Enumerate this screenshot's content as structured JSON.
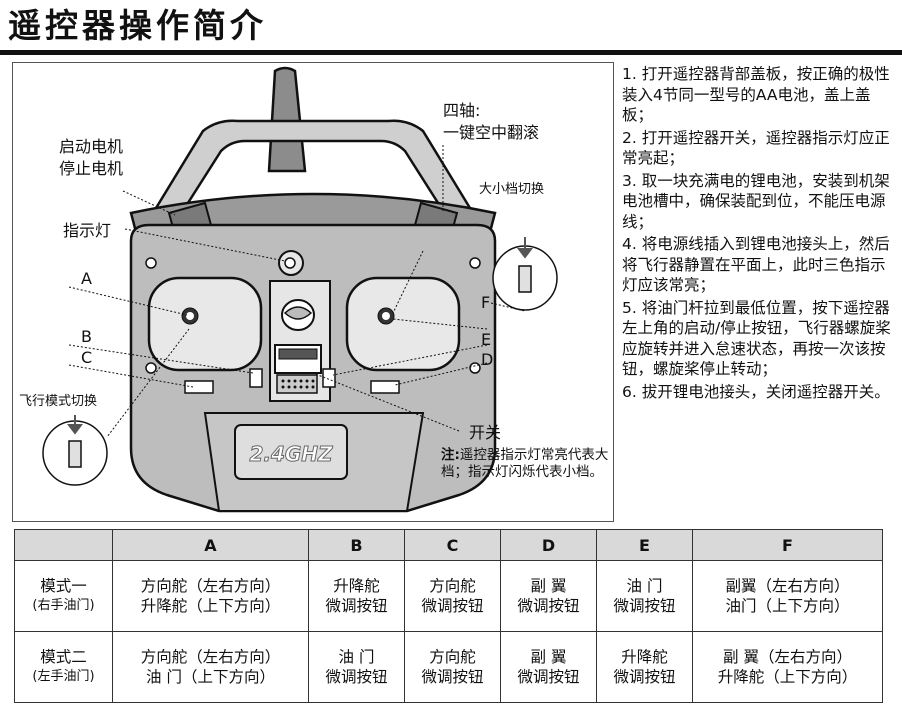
{
  "title": "遥控器操作简介",
  "diagram": {
    "labels": {
      "start_motor_line1": "启动电机",
      "start_motor_line2": "停止电机",
      "four_axis_line1": "四轴:",
      "four_axis_line2": "一键空中翻滚",
      "big_small_gear": "大小档切换",
      "indicator": "指示灯",
      "a": "A",
      "b": "B",
      "c": "C",
      "d": "D",
      "e": "E",
      "f": "F",
      "flight_mode": "飞行模式切换",
      "switch": "开关",
      "badge": "2.4GHZ"
    },
    "note": {
      "prefix": "注:",
      "text": "遥控器指示灯常亮代表大档；指示灯闪烁代表小档。"
    }
  },
  "steps": [
    "1. 打开遥控器背部盖板，按正确的极性装入4节同一型号的AA电池，盖上盖板；",
    "2. 打开遥控器开关，遥控器指示灯应正常亮起；",
    "3. 取一块充满电的锂电池，安装到机架电池槽中，确保装配到位，不能压电源线；",
    "4. 将电源线插入到锂电池接头上，然后将飞行器静置在平面上，此时三色指示灯应该常亮；",
    "5. 将油门杆拉到最低位置，按下遥控器左上角的启动/停止按钮，飞行器螺旋桨应旋转并进入怠速状态，再按一次该按钮，螺旋桨停止转动；",
    "6. 拔开锂电池接头，关闭遥控器开关。"
  ],
  "table": {
    "headers": [
      "",
      "A",
      "B",
      "C",
      "D",
      "E",
      "F"
    ],
    "rows": [
      {
        "mode_line1": "模式一",
        "mode_line2": "(右手油门)",
        "cells": [
          [
            "方向舵（左右方向）",
            "升降舵（上下方向）"
          ],
          [
            "升降舵",
            "微调按钮"
          ],
          [
            "方向舵",
            "微调按钮"
          ],
          [
            "副 翼",
            "微调按钮"
          ],
          [
            "油 门",
            "微调按钮"
          ],
          [
            "副翼（左右方向）",
            "油门（上下方向）"
          ]
        ]
      },
      {
        "mode_line1": "模式二",
        "mode_line2": "(左手油门)",
        "cells": [
          [
            "方向舵（左右方向）",
            "油 门（上下方向）"
          ],
          [
            "油 门",
            "微调按钮"
          ],
          [
            "方向舵",
            "微调按钮"
          ],
          [
            "副 翼",
            "微调按钮"
          ],
          [
            "升降舵",
            "微调按钮"
          ],
          [
            "副 翼（左右方向）",
            "升降舵（上下方向）"
          ]
        ]
      }
    ]
  }
}
